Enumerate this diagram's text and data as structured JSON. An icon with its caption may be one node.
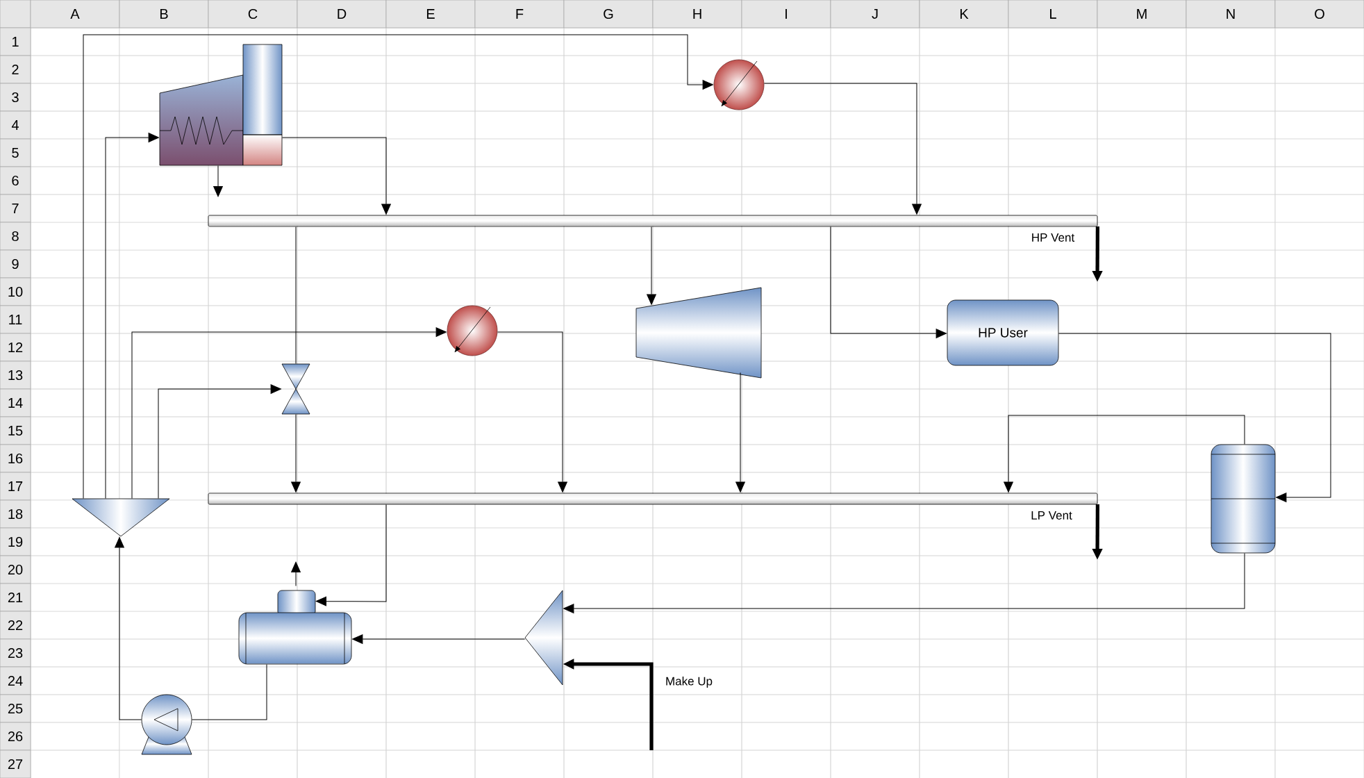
{
  "diagram": {
    "nodes": [
      {
        "text": [],
        "shape": "boiler"
      },
      {
        "text": [],
        "shape": "circle"
      },
      {
        "text": [],
        "shape": "bar"
      },
      {
        "text": [],
        "shape": "turbine"
      },
      {
        "text": [
          "HP User"
        ]
      },
      {
        "text": [],
        "shape": "valve"
      },
      {
        "text": [],
        "shape": "circle"
      },
      {
        "text": [],
        "shape": "triangle"
      },
      {
        "text": [],
        "shape": "bar"
      },
      {
        "text": [],
        "shape": "cylinder"
      },
      {
        "text": [],
        "shape": "tank"
      },
      {
        "text": [],
        "shape": "triangle"
      },
      {
        "text": [],
        "shape": "pump"
      }
    ],
    "edges": [
      {
        "from": 7,
        "to": 1,
        "arrow": "to"
      },
      {
        "from": 7,
        "to": 0,
        "arrow": "to"
      },
      {
        "from": 7,
        "to": 6,
        "arrow": "to"
      },
      {
        "from": 7,
        "to": 5,
        "arrow": "to"
      },
      {
        "from": 0,
        "to": 2,
        "arrow": "to"
      },
      {
        "from": 0,
        "to": null,
        "arrow": "to"
      },
      {
        "from": 1,
        "to": 2,
        "arrow": "to"
      },
      {
        "from": 2,
        "to": 5,
        "arrow": "none"
      },
      {
        "from": 5,
        "to": 8,
        "arrow": "to"
      },
      {
        "from": 2,
        "to": 3,
        "arrow": "to"
      },
      {
        "from": 2,
        "to": 4,
        "arrow": "to"
      },
      {
        "from": 6,
        "to": 8,
        "arrow": "to"
      },
      {
        "from": 3,
        "to": 8,
        "arrow": "to"
      },
      {
        "from": 4,
        "to": 9,
        "arrow": "to"
      },
      {
        "from": 9,
        "to": 8,
        "arrow": "to"
      },
      {
        "from": 8,
        "to": null,
        "arrow": "to",
        "label": "LP Vent",
        "style": "thick"
      },
      {
        "from": 2,
        "to": null,
        "arrow": "to",
        "label": "HP Vent",
        "style": "thick"
      },
      {
        "from": 8,
        "to": 10,
        "arrow": "to"
      },
      {
        "from": 10,
        "to": null,
        "arrow": "to"
      },
      {
        "from": 9,
        "to": 11,
        "arrow": "to"
      },
      {
        "from": null,
        "to": 11,
        "arrow": "to",
        "label": "Make Up",
        "style": "thick"
      },
      {
        "from": 11,
        "to": 10,
        "arrow": "to"
      },
      {
        "from": 10,
        "to": 12,
        "arrow": "none"
      },
      {
        "from": 12,
        "to": 7,
        "arrow": "to"
      }
    ],
    "labels": [
      "A",
      "B",
      "C",
      "D",
      "E",
      "F",
      "G",
      "H",
      "I",
      "J",
      "K",
      "L",
      "M",
      "N",
      "O",
      "1",
      "2",
      "3",
      "4",
      "5",
      "6",
      "7",
      "8",
      "9",
      "10",
      "11",
      "12",
      "13",
      "14",
      "15",
      "16",
      "17",
      "18",
      "19",
      "20",
      "21",
      "22",
      "23",
      "24",
      "25",
      "26",
      "27"
    ]
  }
}
